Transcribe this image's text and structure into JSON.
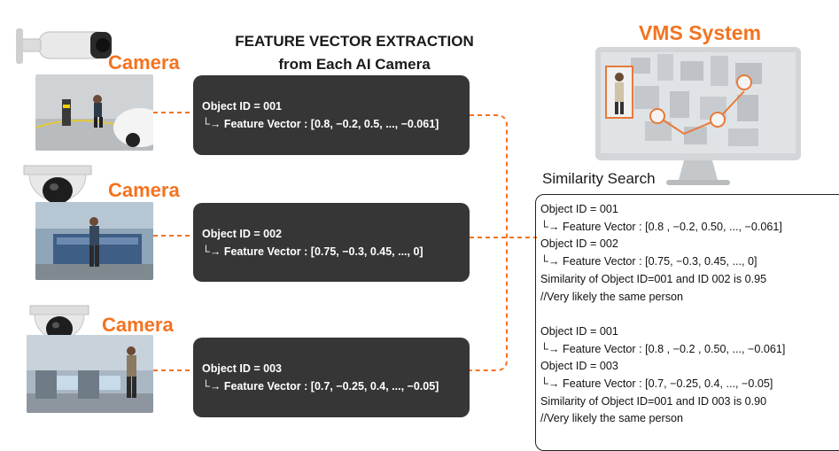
{
  "header": {
    "line1": "FEATURE  VECTOR EXTRACTION",
    "line2": "from Each AI Camera"
  },
  "cameras": [
    {
      "label": "Camera",
      "camera_icon": "bullet-camera-icon",
      "scene": "ev-charging-scene",
      "object_line": "Object ID = 001",
      "vector_line": "└→ Feature Vector : [0.8, −0.2, 0.5, ..., −0.061]"
    },
    {
      "label": "Camera",
      "camera_icon": "dome-camera-icon",
      "scene": "factory-scene",
      "object_line": "Object ID = 002",
      "vector_line": "└→ Feature Vector : [0.75, −0.3, 0.45, ..., 0]"
    },
    {
      "label": "Camera",
      "camera_icon": "dome-camera-icon",
      "scene": "gate-scene",
      "object_line": "Object ID = 003",
      "vector_line": "└→ Feature Vector : [0.7, −0.25, 0.4, ..., −0.05]"
    }
  ],
  "vms": {
    "title": "VMS System",
    "monitor_icon": "monitor-icon",
    "screen_scene": "city-map-scene"
  },
  "similarity": {
    "title": "Similarity Search",
    "lines_a": [
      "Object ID = 001",
      "└→ Feature Vector : [0.8 , −0.2, 0.50, ..., −0.061]",
      "Object ID = 002",
      "└→ Feature Vector : [0.75, −0.3, 0.45, ..., 0]",
      "Similarity of Object ID=001 and ID 002 is 0.95",
      "//Very likely the same person"
    ],
    "lines_b": [
      "Object ID = 001",
      "└→ Feature Vector : [0.8 , −0.2 , 0.50, ..., −0.061]",
      "Object ID = 003",
      "└→ Feature Vector : [0.7, −0.25, 0.4, ..., −0.05]",
      "Similarity of Object ID=001 and ID 003 is 0.90",
      "//Very likely the same person"
    ]
  },
  "colors": {
    "accent": "#f37321",
    "box": "#363636",
    "connector": "#f37321"
  }
}
